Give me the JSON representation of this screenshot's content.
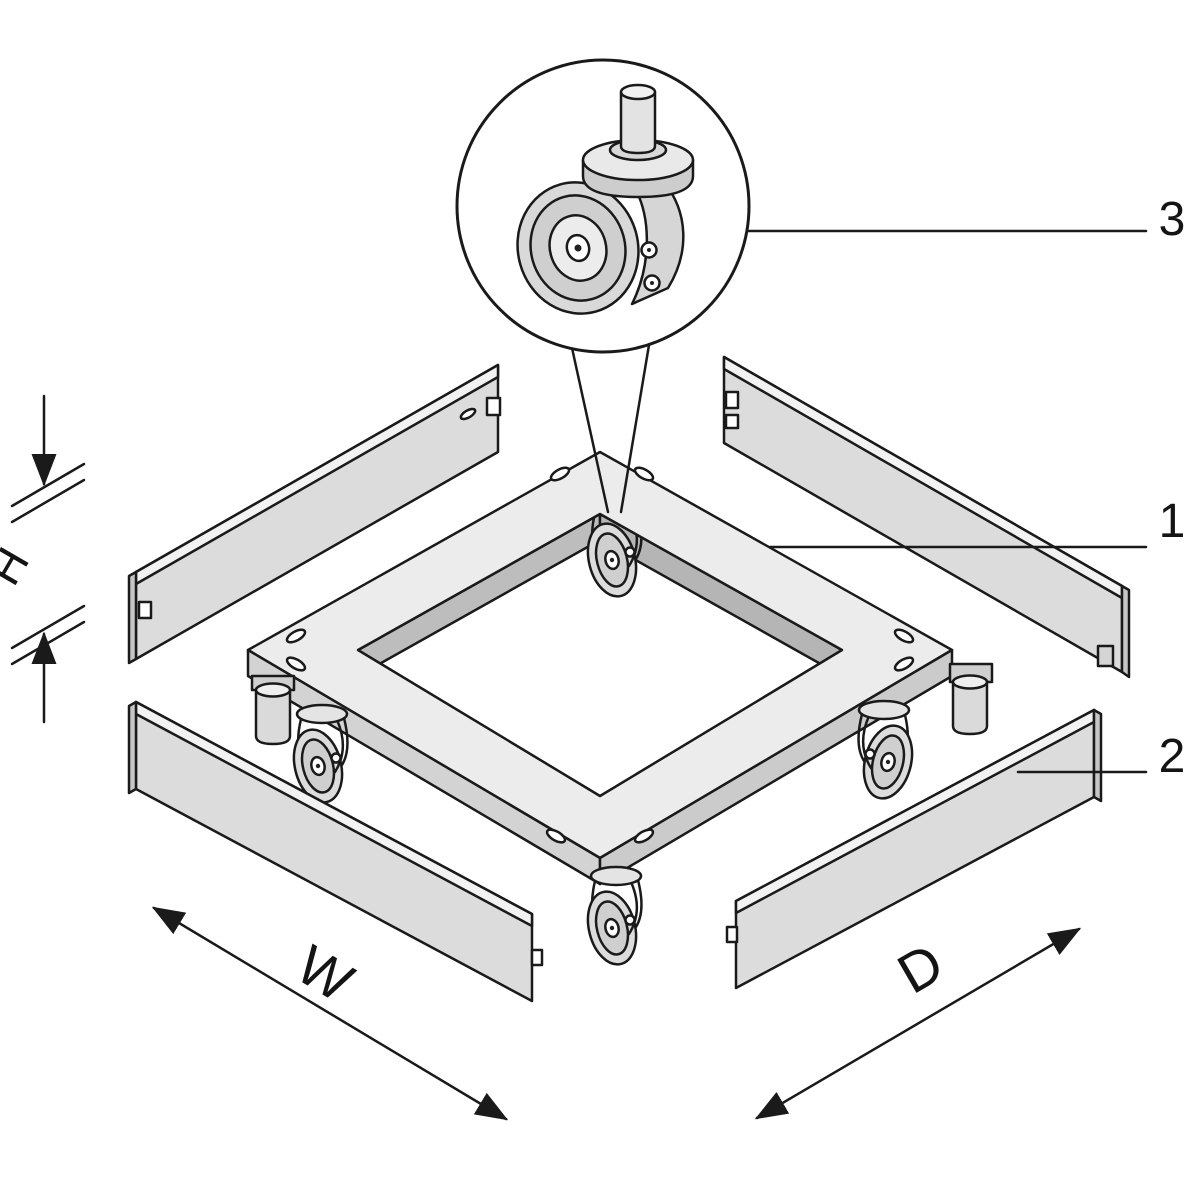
{
  "diagram": {
    "background_color": "#ffffff",
    "line_color": "#1a1a1a",
    "panel_fill_color": "#dcdcdc",
    "callout_labels": {
      "item_1": "1",
      "item_2": "2",
      "item_3": "3"
    },
    "dimension_labels": {
      "height": "H",
      "width": "W",
      "depth": "D"
    }
  }
}
